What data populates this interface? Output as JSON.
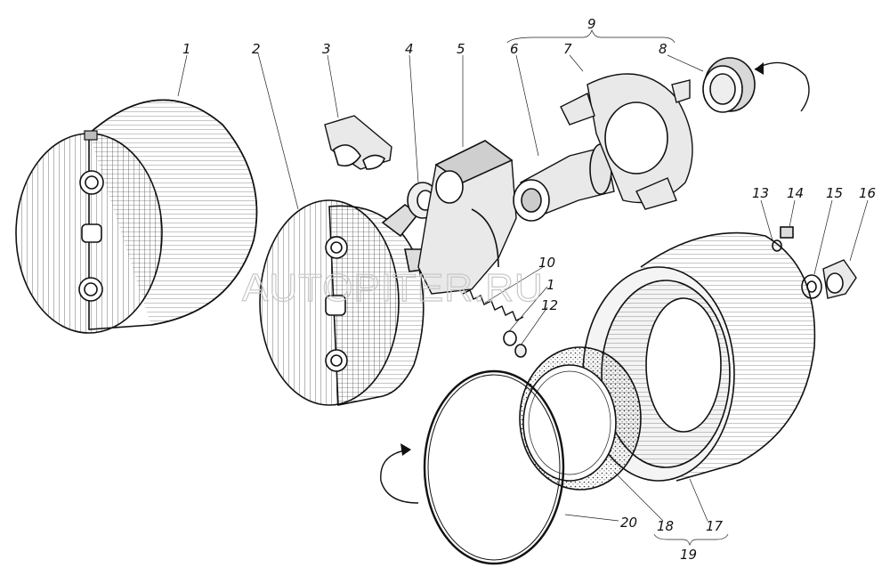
{
  "labels": {
    "l1": "1",
    "l2": "2",
    "l3": "3",
    "l4": "4",
    "l5": "5",
    "l6": "6",
    "l7": "7",
    "l8": "8",
    "l9": "9",
    "l10": "10",
    "l11": "1",
    "l12": "12",
    "l13": "13",
    "l14": "14",
    "l15": "15",
    "l16": "16",
    "l17": "17",
    "l18": "18",
    "l19": "19",
    "l20": "20"
  },
  "watermark": "AUTOPITER.RU"
}
